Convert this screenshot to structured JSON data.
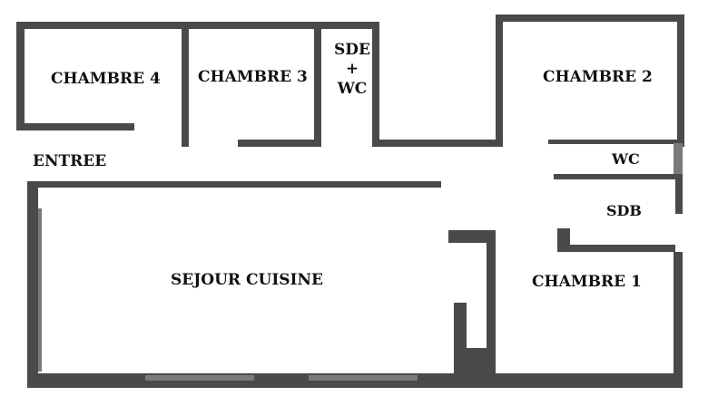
{
  "plan": {
    "rooms": {
      "chambre4": "CHAMBRE 4",
      "chambre3": "CHAMBRE 3",
      "sde_line1": "SDE",
      "sde_line2": "+",
      "sde_line3": "WC",
      "chambre2": "CHAMBRE 2",
      "entree": "ENTREE",
      "wc": "WC",
      "sdb": "SDB",
      "sejour": "SEJOUR CUISINE",
      "chambre1": "CHAMBRE 1"
    },
    "wall_color": "#4a4a4a",
    "background": "#ffffff"
  }
}
